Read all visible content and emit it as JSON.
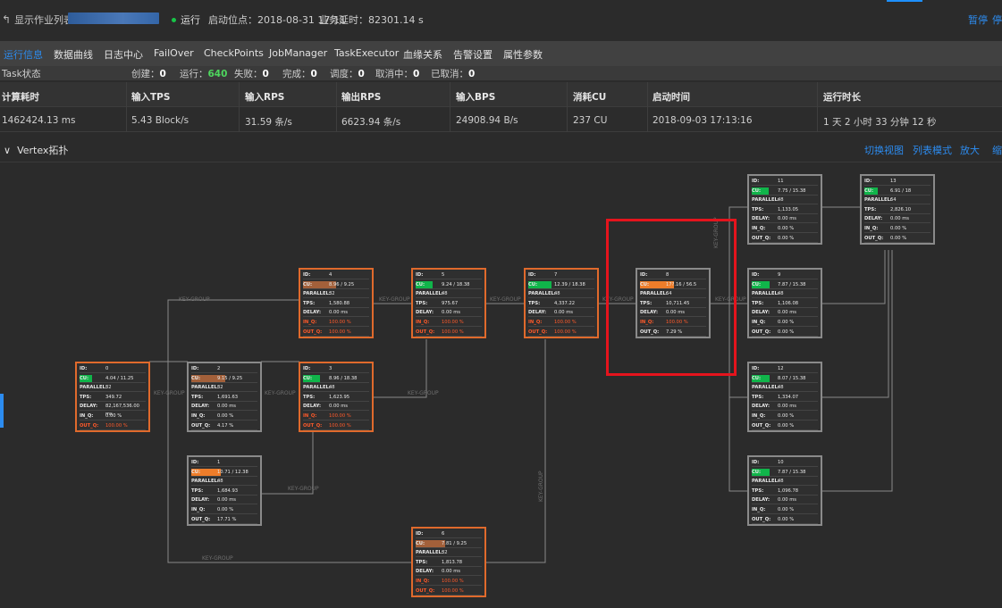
{
  "header": {
    "back_arrow": "↰",
    "back_label": "显示作业列表",
    "separator": "/",
    "status_label": "运行",
    "start_label": "启动位点：2018-08-31 17:11",
    "delay_label": "业务延时：82301.14 s",
    "pause_label": "暂停",
    "stop_label": "停",
    "status_color": "#17c548",
    "accent_color": "#2c8cf0"
  },
  "tabs": [
    "运行信息",
    "数据曲线",
    "日志中心",
    "FailOver",
    "CheckPoints",
    "JobManager",
    "TaskExecutor",
    "血缘关系",
    "告警设置",
    "属性参数"
  ],
  "task_status": {
    "title": "Task状态",
    "items": [
      {
        "label": "创建：",
        "value": "0"
      },
      {
        "label": "运行：",
        "value": "640"
      },
      {
        "label": "失败：",
        "value": "0"
      },
      {
        "label": "完成：",
        "value": "0"
      },
      {
        "label": "调度：",
        "value": "0"
      },
      {
        "label": "取消中：",
        "value": "0"
      },
      {
        "label": "已取消：",
        "value": "0"
      }
    ]
  },
  "metrics": {
    "headers": [
      "计算耗时",
      "输入TPS",
      "输入RPS",
      "输出RPS",
      "输入BPS",
      "消耗CU",
      "启动时间",
      "运行时长"
    ],
    "values": [
      "1462424.13 ms",
      "5.43 Block/s",
      "31.59 条/s",
      "6623.94 条/s",
      "24908.94 B/s",
      "237 CU",
      "2018-09-03 17:13:16",
      "1 天 2 小时 33 分钟 12 秒"
    ]
  },
  "vertex": {
    "chevron": "∨",
    "title": "Vertex拓扑",
    "links": [
      "切换视图",
      "列表模式",
      "放大",
      "缩"
    ]
  },
  "graph": {
    "field_labels": {
      "id": "ID:",
      "cu": "CU:",
      "parallel": "PARALLEL:",
      "tps": "TPS:",
      "delay": "DELAY:",
      "in_q": "IN_Q:",
      "out_q": "OUT_Q:"
    },
    "nodes": [
      {
        "key": "0",
        "border": "orange",
        "bar": "green",
        "cu_frac": 0.36,
        "id": "0",
        "cu": "4.04 / 11.25",
        "parallel": "32",
        "tps": "349.72",
        "delay": "82,167,536.00 ms",
        "in_q": "0.00 %",
        "out_q": "100.00 %",
        "in_warn": false,
        "out_warn": true
      },
      {
        "key": "1",
        "border": "gray",
        "bar": "orange",
        "cu_frac": 0.87,
        "id": "1",
        "cu": "10.71 / 12.38",
        "parallel": "48",
        "tps": "1,684.93",
        "delay": "0.00 ms",
        "in_q": "0.00 %",
        "out_q": "17.71 %",
        "in_warn": false,
        "out_warn": false
      },
      {
        "key": "2",
        "border": "gray",
        "bar": "brown",
        "cu_frac": 0.99,
        "id": "2",
        "cu": "9.15 / 9.25",
        "parallel": "32",
        "tps": "1,691.63",
        "delay": "0.00 ms",
        "in_q": "0.00 %",
        "out_q": "4.17 %",
        "in_warn": false,
        "out_warn": false
      },
      {
        "key": "3",
        "border": "orange",
        "bar": "green",
        "cu_frac": 0.49,
        "id": "3",
        "cu": "8.96 / 18.38",
        "parallel": "48",
        "tps": "1,623.95",
        "delay": "0.00 ms",
        "in_q": "100.00 %",
        "out_q": "100.00 %",
        "in_warn": true,
        "out_warn": true
      },
      {
        "key": "4",
        "border": "orange",
        "bar": "brown",
        "cu_frac": 0.97,
        "id": "4",
        "cu": "8.96 / 9.25",
        "parallel": "32",
        "tps": "1,580.88",
        "delay": "0.00 ms",
        "in_q": "100.00 %",
        "out_q": "100.00 %",
        "in_warn": true,
        "out_warn": true
      },
      {
        "key": "5",
        "border": "orange",
        "bar": "green",
        "cu_frac": 0.5,
        "id": "5",
        "cu": "9.24 / 18.38",
        "parallel": "48",
        "tps": "975.67",
        "delay": "0.00 ms",
        "in_q": "100.00 %",
        "out_q": "100.00 %",
        "in_warn": true,
        "out_warn": true
      },
      {
        "key": "6",
        "border": "orange",
        "bar": "brown",
        "cu_frac": 0.85,
        "id": "6",
        "cu": "7.81 / 9.25",
        "parallel": "32",
        "tps": "1,813.78",
        "delay": "0.00 ms",
        "in_q": "100.00 %",
        "out_q": "100.00 %",
        "in_warn": true,
        "out_warn": true
      },
      {
        "key": "7",
        "border": "orange",
        "bar": "green",
        "cu_frac": 0.67,
        "id": "7",
        "cu": "12.39 / 18.38",
        "parallel": "48",
        "tps": "4,337.22",
        "delay": "0.00 ms",
        "in_q": "100.00 %",
        "out_q": "100.00 %",
        "in_warn": true,
        "out_warn": true
      },
      {
        "key": "8",
        "border": "gray",
        "bar": "orange",
        "cu_frac": 1.0,
        "id": "8",
        "cu": "17?.16 / 56.5",
        "parallel": "64",
        "tps": "10,711.45",
        "delay": "0.00 ms",
        "in_q": "100.00 %",
        "out_q": "7.29 %",
        "in_warn": true,
        "out_warn": false
      },
      {
        "key": "9",
        "border": "gray",
        "bar": "green",
        "cu_frac": 0.51,
        "id": "9",
        "cu": "7.87 / 15.38",
        "parallel": "48",
        "tps": "1,106.08",
        "delay": "0.00 ms",
        "in_q": "0.00 %",
        "out_q": "0.00 %",
        "in_warn": false,
        "out_warn": false
      },
      {
        "key": "10",
        "border": "gray",
        "bar": "green",
        "cu_frac": 0.51,
        "id": "10",
        "cu": "7.87 / 15.38",
        "parallel": "48",
        "tps": "1,096.78",
        "delay": "0.00 ms",
        "in_q": "0.00 %",
        "out_q": "0.00 %",
        "in_warn": false,
        "out_warn": false
      },
      {
        "key": "11",
        "border": "gray",
        "bar": "green",
        "cu_frac": 0.5,
        "id": "11",
        "cu": "7.75 / 15.38",
        "parallel": "48",
        "tps": "1,133.05",
        "delay": "0.00 ms",
        "in_q": "0.00 %",
        "out_q": "0.00 %",
        "in_warn": false,
        "out_warn": false
      },
      {
        "key": "12",
        "border": "gray",
        "bar": "green",
        "cu_frac": 0.52,
        "id": "12",
        "cu": "8.07 / 15.38",
        "parallel": "48",
        "tps": "1,334.07",
        "delay": "0.00 ms",
        "in_q": "0.00 %",
        "out_q": "0.00 %",
        "in_warn": false,
        "out_warn": false
      },
      {
        "key": "13",
        "border": "gray",
        "bar": "green",
        "cu_frac": 0.38,
        "id": "13",
        "cu": "6.91 / 18",
        "parallel": "64",
        "tps": "2,826.10",
        "delay": "0.00 ms",
        "in_q": "0.00 %",
        "out_q": "0.00 %",
        "in_warn": false,
        "out_warn": false
      }
    ],
    "edge_labels": [
      "KEY-GROUP",
      "KEY-GROUP",
      "KEY-GROUP",
      "KEY-GROUP",
      "KEY-GROUP",
      "KEY-GROUP",
      "KEY-GROUP",
      "KEY-GROUP",
      "KEY-GROUP",
      "KEY-GROUP",
      "KEY-GROUP",
      "KEY-GROUP"
    ]
  }
}
